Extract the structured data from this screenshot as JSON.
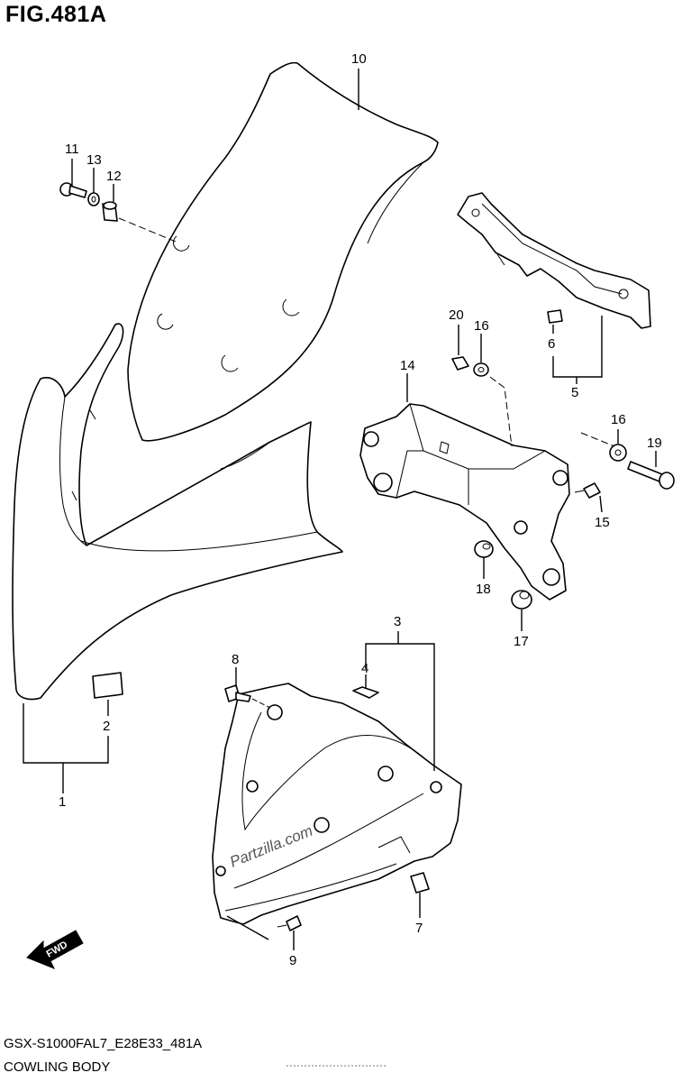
{
  "figure": {
    "title": "FIG.481A",
    "model_code": "GSX-S1000FAL7_E28E33_481A",
    "section_name": "COWLING BODY",
    "watermark": "Partzilla.com",
    "fwd_label": "FWD"
  },
  "callouts": [
    {
      "id": "c1",
      "label": "1"
    },
    {
      "id": "c2",
      "label": "2"
    },
    {
      "id": "c3",
      "label": "3"
    },
    {
      "id": "c4",
      "label": "4"
    },
    {
      "id": "c5",
      "label": "5"
    },
    {
      "id": "c6",
      "label": "6"
    },
    {
      "id": "c7",
      "label": "7"
    },
    {
      "id": "c8",
      "label": "8"
    },
    {
      "id": "c9",
      "label": "9"
    },
    {
      "id": "c10",
      "label": "10"
    },
    {
      "id": "c11",
      "label": "11"
    },
    {
      "id": "c12",
      "label": "12"
    },
    {
      "id": "c13",
      "label": "13"
    },
    {
      "id": "c14",
      "label": "14"
    },
    {
      "id": "c15",
      "label": "15"
    },
    {
      "id": "c16a",
      "label": "16"
    },
    {
      "id": "c16b",
      "label": "16"
    },
    {
      "id": "c17",
      "label": "17"
    },
    {
      "id": "c18",
      "label": "18"
    },
    {
      "id": "c19",
      "label": "19"
    },
    {
      "id": "c20",
      "label": "20"
    }
  ]
}
